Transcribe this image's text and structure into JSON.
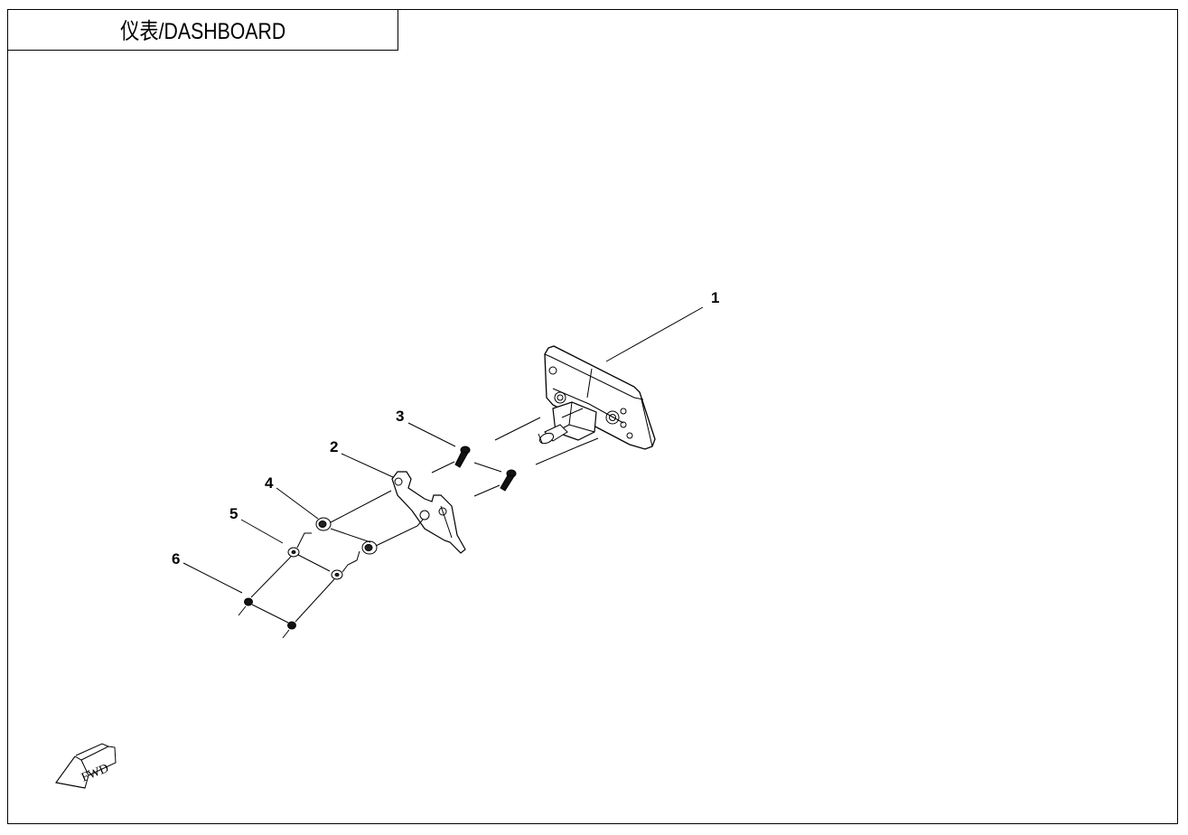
{
  "title": "仪表/DASHBOARD",
  "callouts": {
    "c1": "1",
    "c2": "2",
    "c3": "3",
    "c4": "4",
    "c5": "5",
    "c6": "6"
  },
  "fwd_label": "FWD"
}
